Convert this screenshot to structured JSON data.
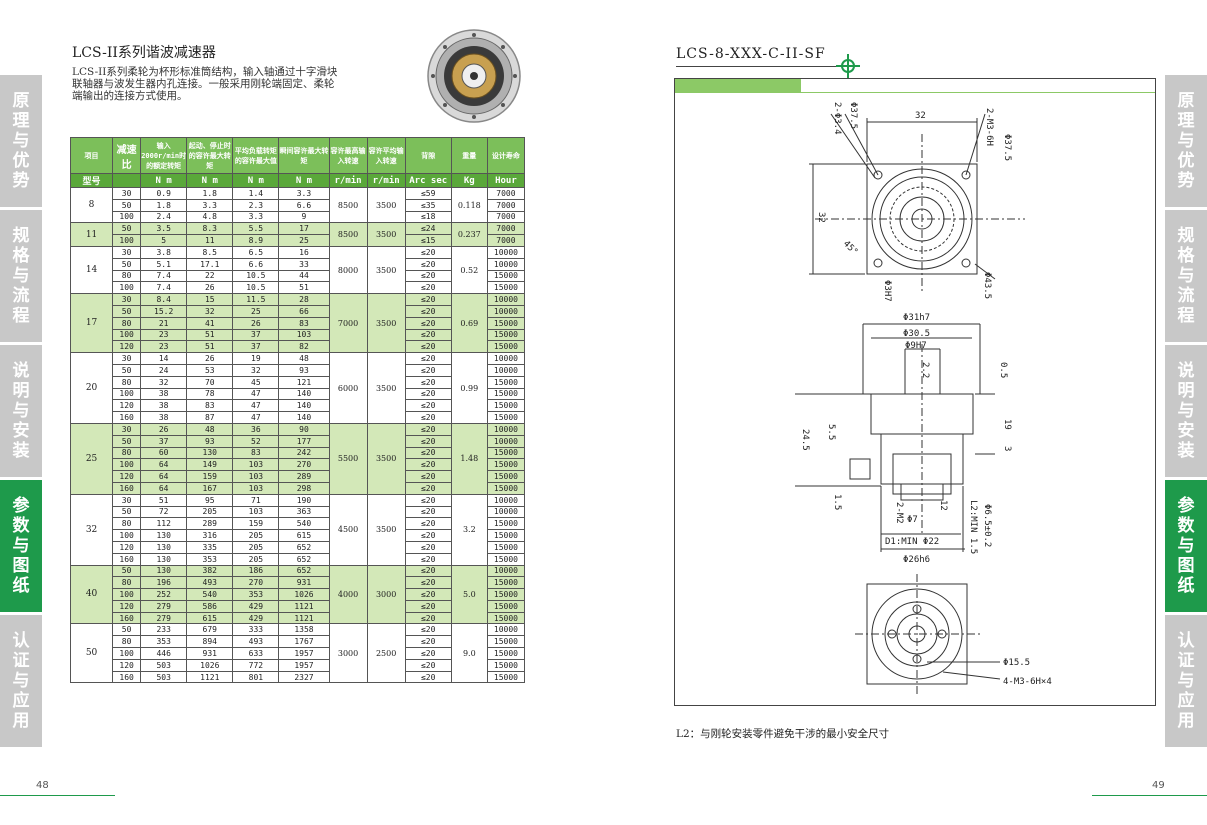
{
  "side_tabs": [
    {
      "label": "原理与优势",
      "active": false
    },
    {
      "label": "规格与流程",
      "active": false
    },
    {
      "label": "说明与安装",
      "active": false
    },
    {
      "label": "参数与图纸",
      "active": true
    },
    {
      "label": "认证与应用",
      "active": false
    }
  ],
  "left_page": {
    "title": "LCS-II系列谐波减速器",
    "description": "LCS-II系列柔轮为杯形标准筒结构，输入轴通过十字滑块联轴器与波发生器内孔连接。一般采用刚轮端固定、柔轮端输出的连接方式使用。",
    "page_number": "48"
  },
  "table": {
    "headers": [
      "项目",
      "减速比",
      "输入2000r/min时的额定转矩",
      "起动、停止时的容许最大转矩",
      "平均负载转矩的容许最大值",
      "瞬间容许最大转矩",
      "容许最高输入转速",
      "容许平均输入转速",
      "背隙",
      "重量",
      "设计寿命"
    ],
    "model_label": "型号",
    "units": [
      "N m",
      "N m",
      "N m",
      "N m",
      "r/min",
      "r/min",
      "Arc sec",
      "Kg",
      "Hour"
    ],
    "groups": [
      {
        "model": "8",
        "max_speed": "8500",
        "avg_speed": "3500",
        "weight": "0.118",
        "rows": [
          [
            "30",
            "0.9",
            "1.8",
            "1.4",
            "3.3",
            "≤59",
            "7000"
          ],
          [
            "50",
            "1.8",
            "3.3",
            "2.3",
            "6.6",
            "≤35",
            "7000"
          ],
          [
            "100",
            "2.4",
            "4.8",
            "3.3",
            "9",
            "≤18",
            "7000"
          ]
        ]
      },
      {
        "model": "11",
        "max_speed": "8500",
        "avg_speed": "3500",
        "weight": "0.237",
        "rows": [
          [
            "50",
            "3.5",
            "8.3",
            "5.5",
            "17",
            "≤24",
            "7000"
          ],
          [
            "100",
            "5",
            "11",
            "8.9",
            "25",
            "≤15",
            "7000"
          ]
        ]
      },
      {
        "model": "14",
        "max_speed": "8000",
        "avg_speed": "3500",
        "weight": "0.52",
        "rows": [
          [
            "30",
            "3.8",
            "8.5",
            "6.5",
            "16",
            "≤20",
            "10000"
          ],
          [
            "50",
            "5.1",
            "17.1",
            "6.6",
            "33",
            "≤20",
            "10000"
          ],
          [
            "80",
            "7.4",
            "22",
            "10.5",
            "44",
            "≤20",
            "15000"
          ],
          [
            "100",
            "7.4",
            "26",
            "10.5",
            "51",
            "≤20",
            "15000"
          ]
        ]
      },
      {
        "model": "17",
        "max_speed": "7000",
        "avg_speed": "3500",
        "weight": "0.69",
        "rows": [
          [
            "30",
            "8.4",
            "15",
            "11.5",
            "28",
            "≤20",
            "10000"
          ],
          [
            "50",
            "15.2",
            "32",
            "25",
            "66",
            "≤20",
            "10000"
          ],
          [
            "80",
            "21",
            "41",
            "26",
            "83",
            "≤20",
            "15000"
          ],
          [
            "100",
            "23",
            "51",
            "37",
            "103",
            "≤20",
            "15000"
          ],
          [
            "120",
            "23",
            "51",
            "37",
            "82",
            "≤20",
            "15000"
          ]
        ]
      },
      {
        "model": "20",
        "max_speed": "6000",
        "avg_speed": "3500",
        "weight": "0.99",
        "rows": [
          [
            "30",
            "14",
            "26",
            "19",
            "48",
            "≤20",
            "10000"
          ],
          [
            "50",
            "24",
            "53",
            "32",
            "93",
            "≤20",
            "10000"
          ],
          [
            "80",
            "32",
            "70",
            "45",
            "121",
            "≤20",
            "15000"
          ],
          [
            "100",
            "38",
            "78",
            "47",
            "140",
            "≤20",
            "15000"
          ],
          [
            "120",
            "38",
            "83",
            "47",
            "140",
            "≤20",
            "15000"
          ],
          [
            "160",
            "38",
            "87",
            "47",
            "140",
            "≤20",
            "15000"
          ]
        ]
      },
      {
        "model": "25",
        "max_speed": "5500",
        "avg_speed": "3500",
        "weight": "1.48",
        "rows": [
          [
            "30",
            "26",
            "48",
            "36",
            "90",
            "≤20",
            "10000"
          ],
          [
            "50",
            "37",
            "93",
            "52",
            "177",
            "≤20",
            "10000"
          ],
          [
            "80",
            "60",
            "130",
            "83",
            "242",
            "≤20",
            "15000"
          ],
          [
            "100",
            "64",
            "149",
            "103",
            "270",
            "≤20",
            "15000"
          ],
          [
            "120",
            "64",
            "159",
            "103",
            "289",
            "≤20",
            "15000"
          ],
          [
            "160",
            "64",
            "167",
            "103",
            "298",
            "≤20",
            "15000"
          ]
        ]
      },
      {
        "model": "32",
        "max_speed": "4500",
        "avg_speed": "3500",
        "weight": "3.2",
        "rows": [
          [
            "30",
            "51",
            "95",
            "71",
            "190",
            "≤20",
            "10000"
          ],
          [
            "50",
            "72",
            "205",
            "103",
            "363",
            "≤20",
            "10000"
          ],
          [
            "80",
            "112",
            "289",
            "159",
            "540",
            "≤20",
            "15000"
          ],
          [
            "100",
            "130",
            "316",
            "205",
            "615",
            "≤20",
            "15000"
          ],
          [
            "120",
            "130",
            "335",
            "205",
            "652",
            "≤20",
            "15000"
          ],
          [
            "160",
            "130",
            "353",
            "205",
            "652",
            "≤20",
            "15000"
          ]
        ]
      },
      {
        "model": "40",
        "max_speed": "4000",
        "avg_speed": "3000",
        "weight": "5.0",
        "rows": [
          [
            "50",
            "130",
            "382",
            "186",
            "652",
            "≤20",
            "10000"
          ],
          [
            "80",
            "196",
            "493",
            "270",
            "931",
            "≤20",
            "15000"
          ],
          [
            "100",
            "252",
            "540",
            "353",
            "1026",
            "≤20",
            "15000"
          ],
          [
            "120",
            "279",
            "586",
            "429",
            "1121",
            "≤20",
            "15000"
          ],
          [
            "160",
            "279",
            "615",
            "429",
            "1121",
            "≤20",
            "15000"
          ]
        ]
      },
      {
        "model": "50",
        "max_speed": "3000",
        "avg_speed": "2500",
        "weight": "9.0",
        "rows": [
          [
            "50",
            "233",
            "679",
            "333",
            "1358",
            "≤20",
            "10000"
          ],
          [
            "80",
            "353",
            "894",
            "493",
            "1767",
            "≤20",
            "15000"
          ],
          [
            "100",
            "446",
            "931",
            "633",
            "1957",
            "≤20",
            "15000"
          ],
          [
            "120",
            "503",
            "1026",
            "772",
            "1957",
            "≤20",
            "15000"
          ],
          [
            "160",
            "503",
            "1121",
            "801",
            "2327",
            "≤20",
            "15000"
          ]
        ]
      }
    ]
  },
  "right_page": {
    "title": "LCS-8-XXX-C-II-SF",
    "note": "L2：与刚轮安装零件避免干涉的最小安全尺寸",
    "page_number": "49",
    "dims": {
      "d1": "2-Φ3.4",
      "d2": "Φ37.5",
      "d3": "32",
      "d4": "2-M3-6H",
      "d5": "Φ37.5",
      "d6": "32",
      "d7": "45°",
      "d8": "Φ3H7",
      "d9": "Φ43.5",
      "d10": "Φ31h7",
      "d11": "Φ30.5",
      "d12": "Φ9H7",
      "d13": "2.2",
      "d14": "0.5",
      "d15": "5.5",
      "d16": "24.5",
      "d17": "19",
      "d18": "3",
      "d19": "1.5",
      "d20": "2-M2",
      "d21": "Φ7",
      "d22": "12",
      "d23": "L2:MIN 1.5",
      "d24": "Φ6.5±0.2",
      "d25": "D1:MIN Φ22",
      "d26": "Φ26h6",
      "d27": "Φ15.5",
      "d28": "4-M3-6H×4"
    }
  }
}
